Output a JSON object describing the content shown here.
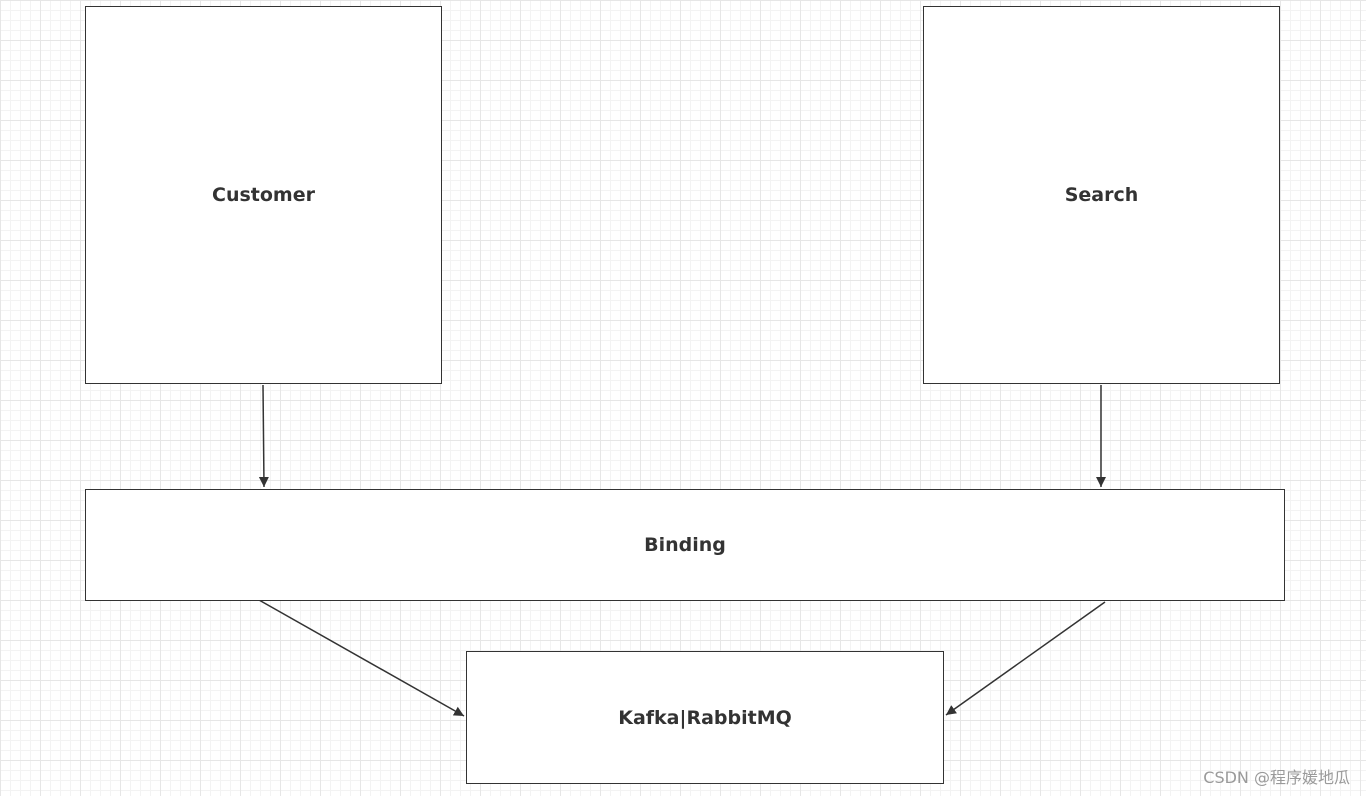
{
  "diagram": {
    "nodes": {
      "customer": {
        "label": "Customer"
      },
      "search": {
        "label": "Search"
      },
      "binding": {
        "label": "Binding"
      },
      "mq": {
        "label": "Kafka|RabbitMQ"
      }
    },
    "edges": [
      {
        "from": "customer",
        "to": "binding"
      },
      {
        "from": "search",
        "to": "binding"
      },
      {
        "from": "binding",
        "to": "mq"
      },
      {
        "from": "binding",
        "to": "mq"
      }
    ],
    "colors": {
      "stroke": "#333333",
      "text": "#333333",
      "grid": "#e6e6e6",
      "watermark": "#9a9a9a"
    }
  },
  "watermark": {
    "text": "CSDN @程序媛地瓜"
  }
}
